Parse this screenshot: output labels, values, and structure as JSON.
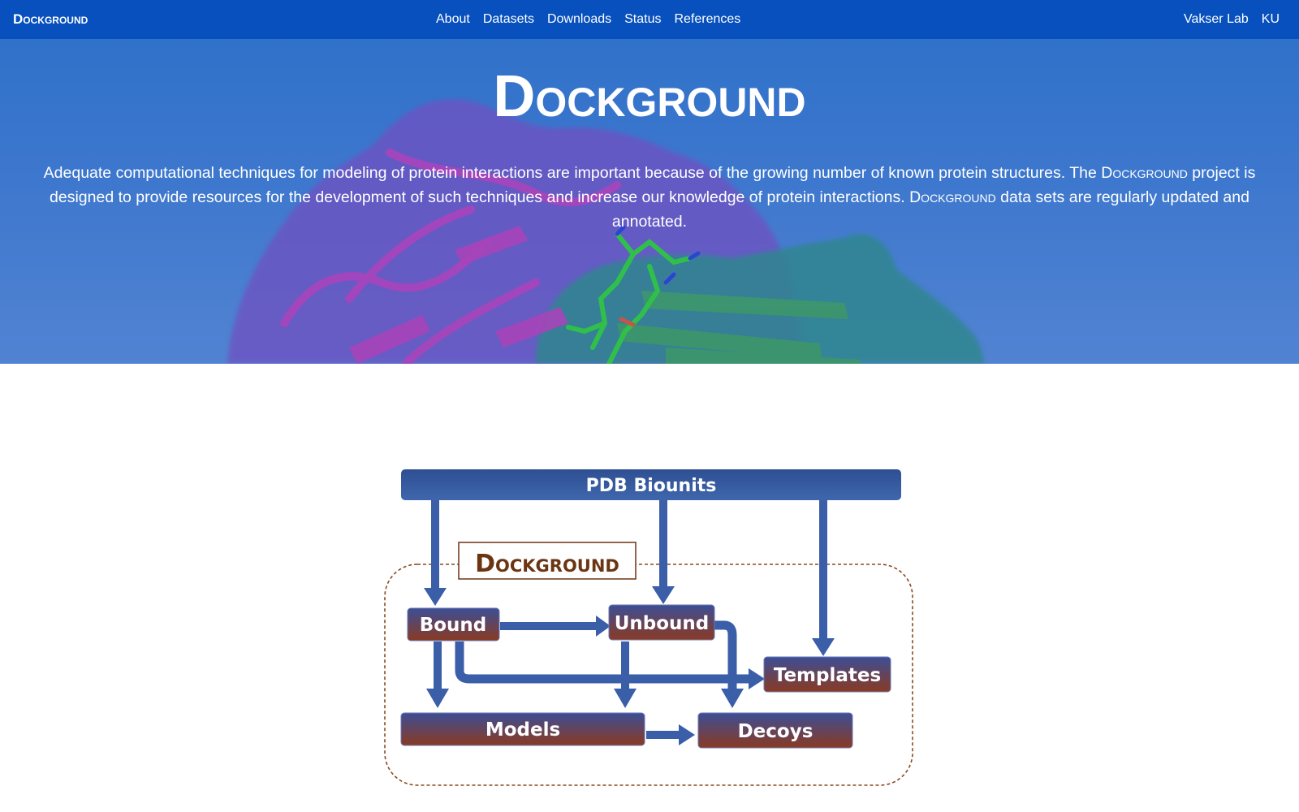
{
  "navbar": {
    "brand": "Dockground",
    "links": [
      "About",
      "Datasets",
      "Downloads",
      "Status",
      "References"
    ],
    "right_links": [
      "Vakser Lab",
      "KU"
    ]
  },
  "hero": {
    "title": "Dockground",
    "description_part1": "Adequate computational techniques for modeling of protein interactions are important because of the growing number of known protein structures. The ",
    "brand_inline": "Dockground",
    "description_part2": " project is designed to provide resources for the development of such techniques and increase our knowledge of protein interactions. ",
    "description_part3": " data sets are regularly updated and annotated."
  },
  "diagram": {
    "nodes": {
      "pdb": "PDB Biounits",
      "dockground": "Dockground",
      "bound": "Bound",
      "unbound": "Unbound",
      "templates": "Templates",
      "models": "Models",
      "decoys": "Decoys"
    },
    "colors": {
      "pdb_fill": "#3a5fa2",
      "box_top": "#3c4e96",
      "box_bottom": "#8a3a22",
      "arrow": "#3a5ea8",
      "dashed_border": "#8a4a20",
      "dockground_text": "#6b3513"
    }
  }
}
